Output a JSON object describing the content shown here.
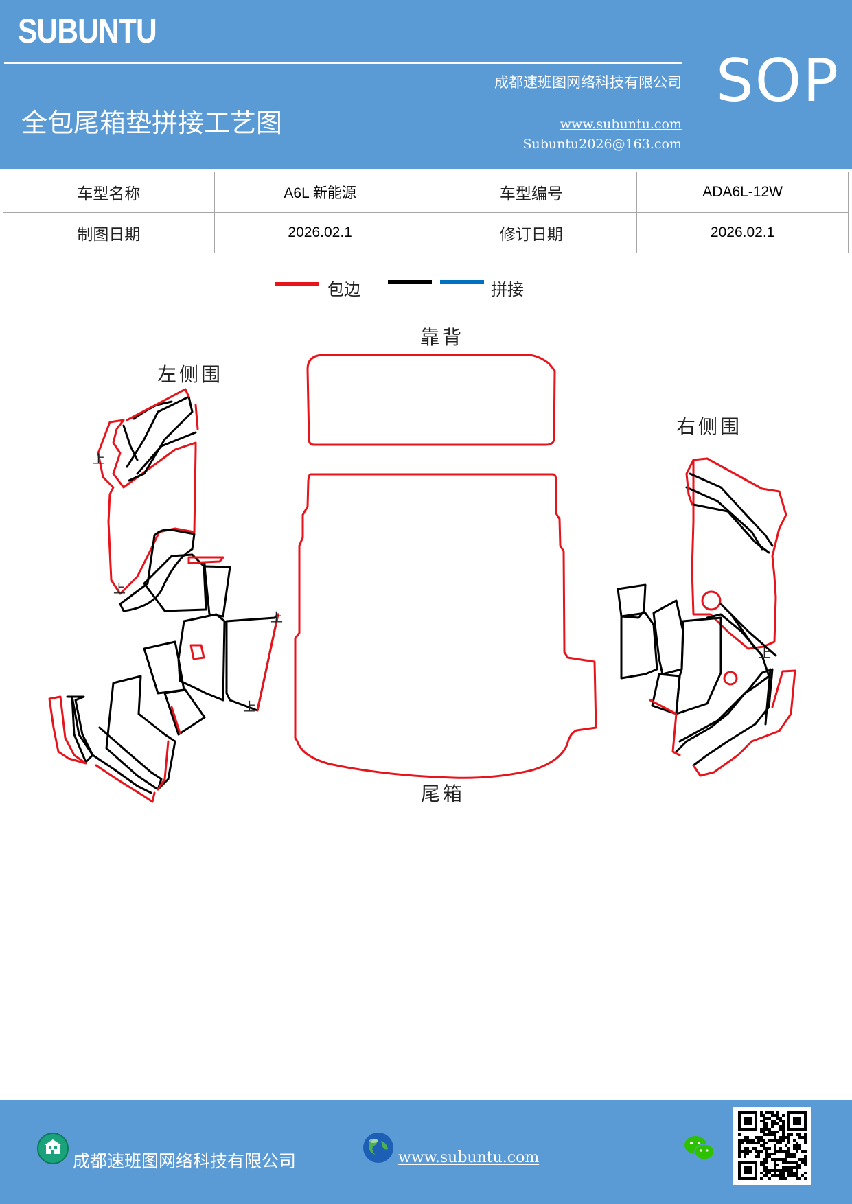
{
  "header": {
    "brand": "SUBUNTU",
    "company": "成都速班图网络科技有限公司",
    "title": "全包尾箱垫拼接工艺图",
    "website": "www.subuntu.com",
    "email": "Subuntu2026@163.com",
    "doc_type": "SOP"
  },
  "info_table": {
    "model_name_label": "车型名称",
    "model_name_value": "A6L 新能源",
    "model_code_label": "车型编号",
    "model_code_value": "ADA6L-12W",
    "draw_date_label": "制图日期",
    "draw_date_value": "2026.02.1",
    "revise_date_label": "修订日期",
    "revise_date_value": "2026.02.1"
  },
  "legend": {
    "edge_label": "包边",
    "splice_label": "拼接",
    "edge_color": "#e8141b",
    "seam_color": "#000000",
    "splice_color": "#0070c0"
  },
  "diagram": {
    "backrest_label": "靠背",
    "left_side_label": "左侧围",
    "right_side_label": "右侧围",
    "trunk_label": "尾箱",
    "up_mark": "上"
  },
  "footer": {
    "company": "成都速班图网络科技有限公司",
    "website": "www.subuntu.com "
  }
}
